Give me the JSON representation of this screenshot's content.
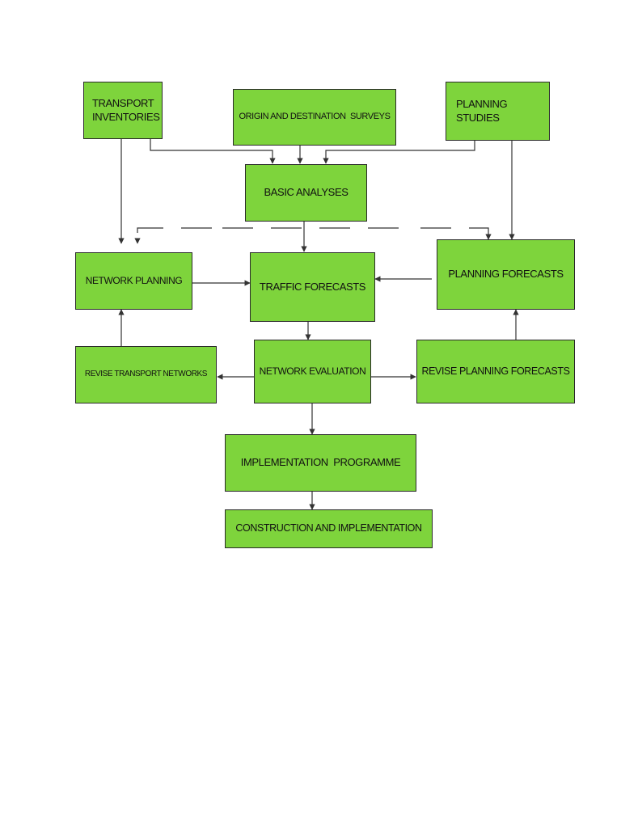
{
  "nodes": {
    "transport_inventories": {
      "label": "TRANSPORT\nINVENTORIES"
    },
    "origin_destination_surveys": {
      "label": "ORIGIN AND DESTINATION  SURVEYS"
    },
    "planning_studies": {
      "label": "PLANNING\nSTUDIES"
    },
    "basic_analyses": {
      "label": "BASIC ANALYSES"
    },
    "network_planning": {
      "label": "NETWORK PLANNING"
    },
    "traffic_forecasts": {
      "label": "TRAFFIC FORECASTS"
    },
    "planning_forecasts": {
      "label": "PLANNING FORECASTS"
    },
    "revise_transport_networks": {
      "label": "REVISE TRANSPORT NETWORKS"
    },
    "network_evaluation": {
      "label": "NETWORK EVALUATION"
    },
    "revise_planning_forecasts": {
      "label": "REVISE PLANNING FORECASTS"
    },
    "implementation_programme": {
      "label": "IMPLEMENTATION  PROGRAMME"
    },
    "construction_implementation": {
      "label": "CONSTRUCTION AND IMPLEMENTATION"
    }
  },
  "colors": {
    "node_fill": "#7ed43c",
    "border": "#2a2a2a",
    "line": "#333333"
  }
}
